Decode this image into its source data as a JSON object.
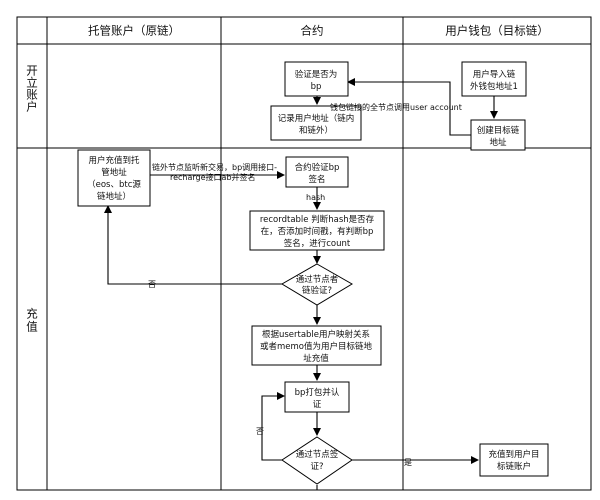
{
  "columns": {
    "custody": "托管账户（原链）",
    "contract": "合约",
    "wallet": "用户钱包（目标链）"
  },
  "rows": {
    "open": [
      "开",
      "立",
      "账",
      "户"
    ],
    "recharge": [
      "充",
      "值"
    ]
  },
  "nodes": {
    "user_import": [
      "用户导入链",
      "外钱包地址1"
    ],
    "verify_bp": [
      "验证是否为",
      "bp"
    ],
    "record_address": [
      "记录用户地址（链内",
      "和链外）"
    ],
    "create_target": [
      "创建目标链",
      "地址"
    ],
    "user_recharge": [
      "用户充值到托",
      "管地址",
      "（eos、btc源",
      "链地址）"
    ],
    "contract_verify_bp": [
      "合约验证bp",
      "签名"
    ],
    "recordtable": [
      "recordtable 判断hash是否存",
      "在，否添加时间戳，有判断bp",
      "签名，进行count"
    ],
    "node_verify_1": [
      "通过节点者",
      "链验证?"
    ],
    "usertable": [
      "根据usertable用户映射关系",
      "或者memo值为用户目标链地",
      "址充值"
    ],
    "bp_pack": [
      "bp打包并认",
      "证"
    ],
    "node_verify_2": [
      "通过节点签",
      "证?"
    ],
    "recharge_target": [
      "充值到用户目",
      "标链账户"
    ]
  },
  "edges": {
    "wallet_link": "钱包链接的全节点调用user account",
    "offchain_listen_1": "链外节点监听新交易，bp调用接口-",
    "offchain_listen_2": "recharge接口ab并签名",
    "hash": "hash",
    "no_1": "否",
    "no_2": "否",
    "yes": "是"
  }
}
